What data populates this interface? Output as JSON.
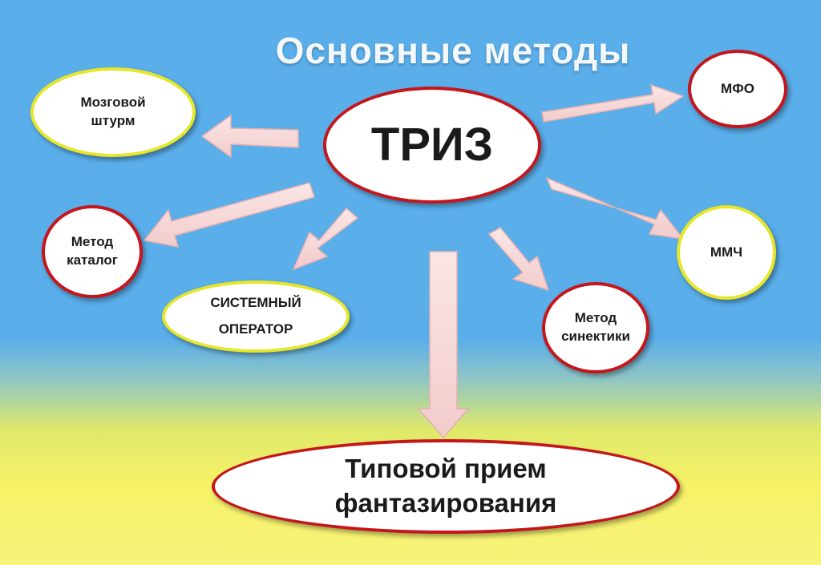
{
  "title": "Основные методы",
  "center": "ТРИЗ",
  "methods": {
    "brainstorm": [
      "Мозговой",
      "штурм"
    ],
    "catalog": [
      "Метод",
      "каталог"
    ],
    "system_operator": [
      "СИСТЕМНЫЙ",
      "ОПЕРАТОР"
    ],
    "mfo": "МФО",
    "mmch": "ММЧ",
    "synectics": [
      "Метод",
      "синектики"
    ],
    "fantasy": [
      "Типовой прием",
      "фантазирования"
    ]
  },
  "colors": {
    "arrow_fill": "#f7dcdc",
    "arrow_stroke": "#e7b3b3",
    "red_border": "#c4161c",
    "yellow_border": "#e6e62a",
    "sky": "#5aaeea",
    "sun": "#f7f268"
  }
}
